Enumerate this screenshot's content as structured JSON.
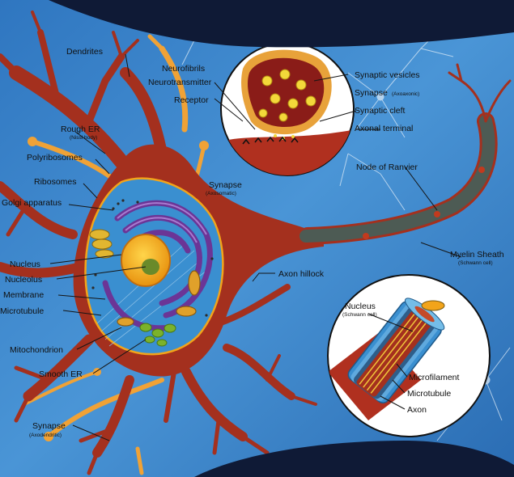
{
  "colors": {
    "background": "#3f8bd0",
    "neuron": "#a4301e",
    "nucleus": "#f2a41a",
    "golgi": "#6b3596",
    "myelin": "#4d5b54",
    "frame": "#0f1a36"
  },
  "labels": {
    "dendrites": "Dendrites",
    "neurofibrils": "Neurofibrils",
    "neurotransmitter": "Neurotransmitter",
    "receptor": "Receptor",
    "rough_er": "Rough ER",
    "rough_er_sub": "(Nissl body)",
    "polyribosomes": "Polyribosomes",
    "ribosomes": "Ribosomes",
    "golgi_apparatus": "Golgi apparatus",
    "synapse_axosomatic": "Synapse",
    "synapse_axosomatic_sub": "(Axosomatic)",
    "synaptic_vesicles": "Synaptic vesicles",
    "synapse_axoaxonic": "Synapse",
    "synapse_axoaxonic_sub": "(Axoaxonic)",
    "synaptic_cleft": "Synaptic cleft",
    "axonal_terminal": "Axonal terminal",
    "node_of_ranvier": "Node of Ranvier",
    "myelin_sheath": "Myelin Sheath",
    "myelin_sheath_sub": "(Schwann cell)",
    "axon_hillock": "Axon hillock",
    "nucleus": "Nucleus",
    "nucleolus": "Nucleolus",
    "membrane": "Membrane",
    "microtubule": "Microtubule",
    "mitochondrion": "Mitochondrion",
    "smooth_er": "Smooth ER",
    "synapse_axodendritic": "Synapse",
    "synapse_axodendritic_sub": "(Axodendritic)",
    "schwann_nucleus": "Nucleus",
    "schwann_nucleus_sub": "(Schwann cell)",
    "microfilament": "Microfilament",
    "inset_microtubule": "Microtubule",
    "axon": "Axon"
  }
}
